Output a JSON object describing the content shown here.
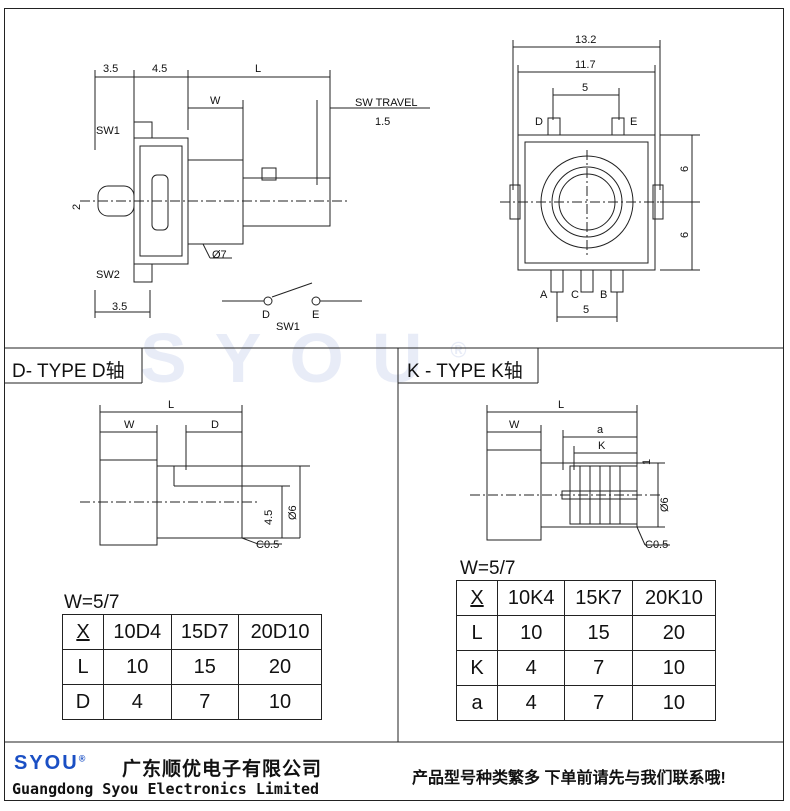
{
  "watermark": {
    "text": "SYOU",
    "mark": "®"
  },
  "top_left": {
    "dims": {
      "d1": "3.5",
      "d2": "4.5",
      "L": "L",
      "W": "W",
      "sw_travel": "SW TRAVEL",
      "travel_val": "1.5",
      "sw1": "SW1",
      "sw2": "SW2",
      "shaft_tol": "2",
      "body_dia": "Ø7",
      "bottom_dim": "3.5"
    },
    "switch": {
      "d": "D",
      "e": "E",
      "label": "SW1"
    }
  },
  "top_right": {
    "dims": {
      "overall": "13.2",
      "inner": "11.7",
      "pin_span": "5",
      "pins_top_d": "D",
      "pins_top_e": "E",
      "h1": "6",
      "h2": "6",
      "pin_a": "A",
      "pin_c": "C",
      "pin_b": "B",
      "bottom_span": "5"
    }
  },
  "d_type": {
    "title": "D- TYPE D轴",
    "dims": {
      "L": "L",
      "W": "W",
      "D": "D",
      "flat": "4.5",
      "dia": "Ø6",
      "chamfer": "C0.5"
    },
    "w_label": "W=5/7",
    "table": {
      "header": [
        "X",
        "10D4",
        "15D7",
        "20D10"
      ],
      "rows": [
        [
          "L",
          "10",
          "15",
          "20"
        ],
        [
          "D",
          "4",
          "7",
          "10"
        ]
      ]
    }
  },
  "k_type": {
    "title": "K - TYPE K轴",
    "dims": {
      "L": "L",
      "W": "W",
      "a": "a",
      "K": "K",
      "one": "1",
      "dia": "Ø6",
      "chamfer": "C0.5"
    },
    "w_label": "W=5/7",
    "table": {
      "header": [
        "X",
        "10K4",
        "15K7",
        "20K10"
      ],
      "rows": [
        [
          "L",
          "10",
          "15",
          "20"
        ],
        [
          "K",
          "4",
          "7",
          "10"
        ],
        [
          "a",
          "4",
          "7",
          "10"
        ]
      ]
    }
  },
  "footer": {
    "logo": "SYOU",
    "logo_mark": "®",
    "company_cn": "广东顺优电子有限公司",
    "company_en": "Guangdong Syou Electronics Limited",
    "notice": "产品型号种类繁多 下单前请先与我们联系哦!"
  }
}
